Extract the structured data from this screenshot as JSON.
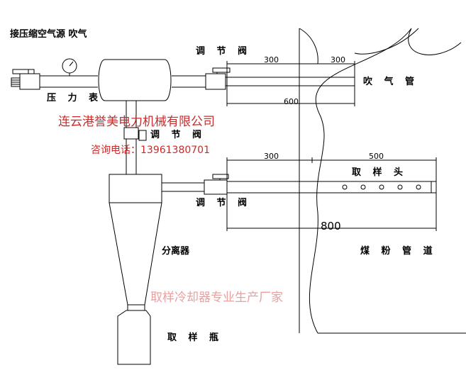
{
  "labels": {
    "air_source": "接压缩空气源  吹气",
    "valve_top": "调 节 阀",
    "pressure_gauge": "压 力 表",
    "blow_pipe": "吹 气 管",
    "valve_middle": "调 节 阀",
    "sampling_head": "取 样 头",
    "valve_bottom": "调 节 阀",
    "separator": "分离器",
    "coal_duct": "煤 粉 管 道",
    "sample_bottle": "取 样 瓶"
  },
  "dimensions": {
    "top_left": "300",
    "top_right": "300",
    "top_total": "600",
    "mid_left": "300",
    "mid_right": "500",
    "bottom_total": "800"
  },
  "company": {
    "name": "连云港誉美电力机械有限公司",
    "phone": "咨询电话：13961380701",
    "watermark": "取样冷却器专业生产厂家"
  },
  "colors": {
    "line": "#000000",
    "company_text": "#cc2a2a",
    "watermark_text": "#e8a0a0"
  }
}
